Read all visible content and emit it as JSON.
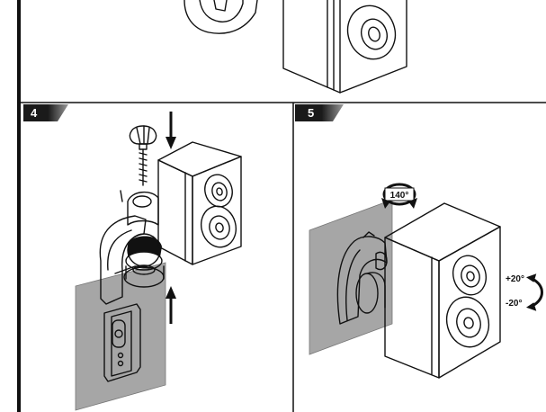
{
  "steps": [
    {
      "number": "4"
    },
    {
      "number": "5"
    }
  ],
  "rotation": {
    "horizontal_label": "140°",
    "tilt_up_label": "+20°",
    "tilt_down_label": "-20°"
  },
  "colors": {
    "line": "#111111",
    "wall_gray": "#a6a6a6",
    "badge_dark": "#1a1a1a",
    "badge_fade": "#8a8a8a",
    "background": "#ffffff"
  }
}
